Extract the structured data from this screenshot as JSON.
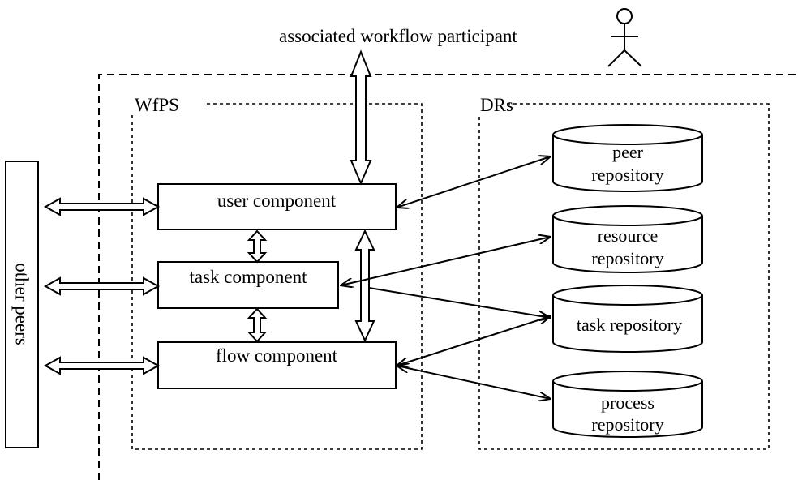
{
  "labels": {
    "participant": "associated workflow participant",
    "wfps": "WfPS",
    "drs": "DRs",
    "other_peers": "other peers"
  },
  "components": {
    "user": "user component",
    "task": "task component",
    "flow": "flow component"
  },
  "repositories": {
    "peer": [
      "peer",
      "repository"
    ],
    "resource": [
      "resource",
      "repository"
    ],
    "task": [
      "task repository"
    ],
    "process": [
      "process",
      "repository"
    ]
  }
}
